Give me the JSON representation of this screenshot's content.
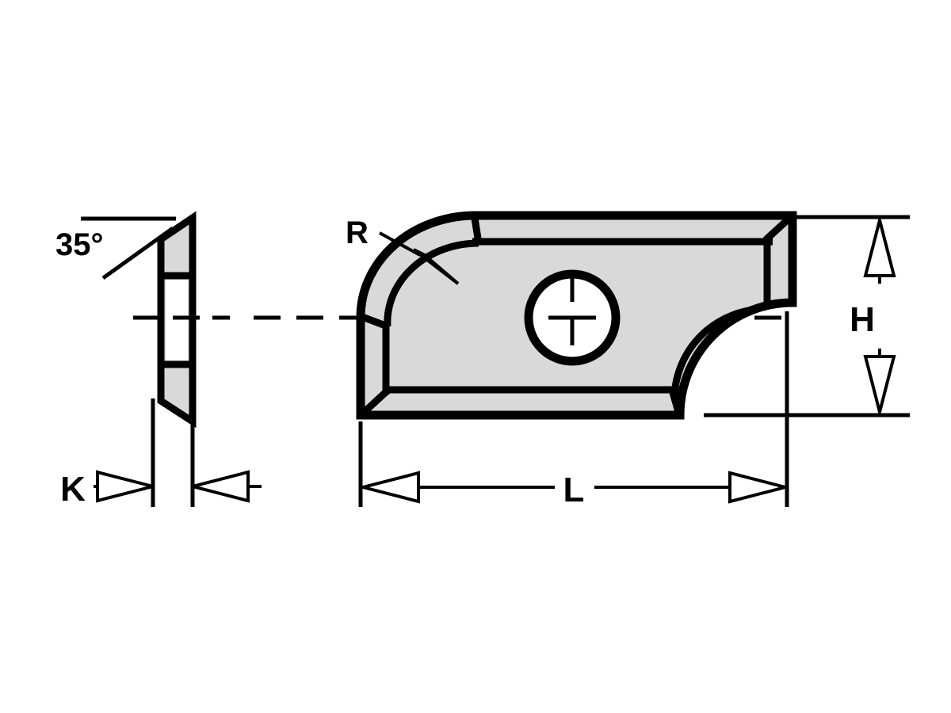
{
  "drawing": {
    "type": "technical-engineering-drawing",
    "subject": "reversible carbide insert knife with radius profile",
    "background_color": "#ffffff",
    "line_color": "#000000",
    "body_fill_color": "#d9d9d9",
    "hole_fill_color": "#ffffff",
    "views": [
      {
        "name": "side-profile-view",
        "label": "side view",
        "description": "narrow tapered cross-section with bevelled top and bottom"
      },
      {
        "name": "front-face-view",
        "label": "front view",
        "description": "rectangular insert with two concave radius cutouts and central mounting hole"
      }
    ],
    "annotations": {
      "angle": {
        "label": "35°",
        "name": "bevel-angle",
        "value": 35,
        "unit": "degrees"
      },
      "radius": {
        "label": "R",
        "name": "radius-callout"
      },
      "height": {
        "label": "H",
        "name": "height-dimension"
      },
      "length": {
        "label": "L",
        "name": "length-dimension"
      },
      "thickness": {
        "label": "K",
        "name": "thickness-dimension"
      }
    }
  }
}
